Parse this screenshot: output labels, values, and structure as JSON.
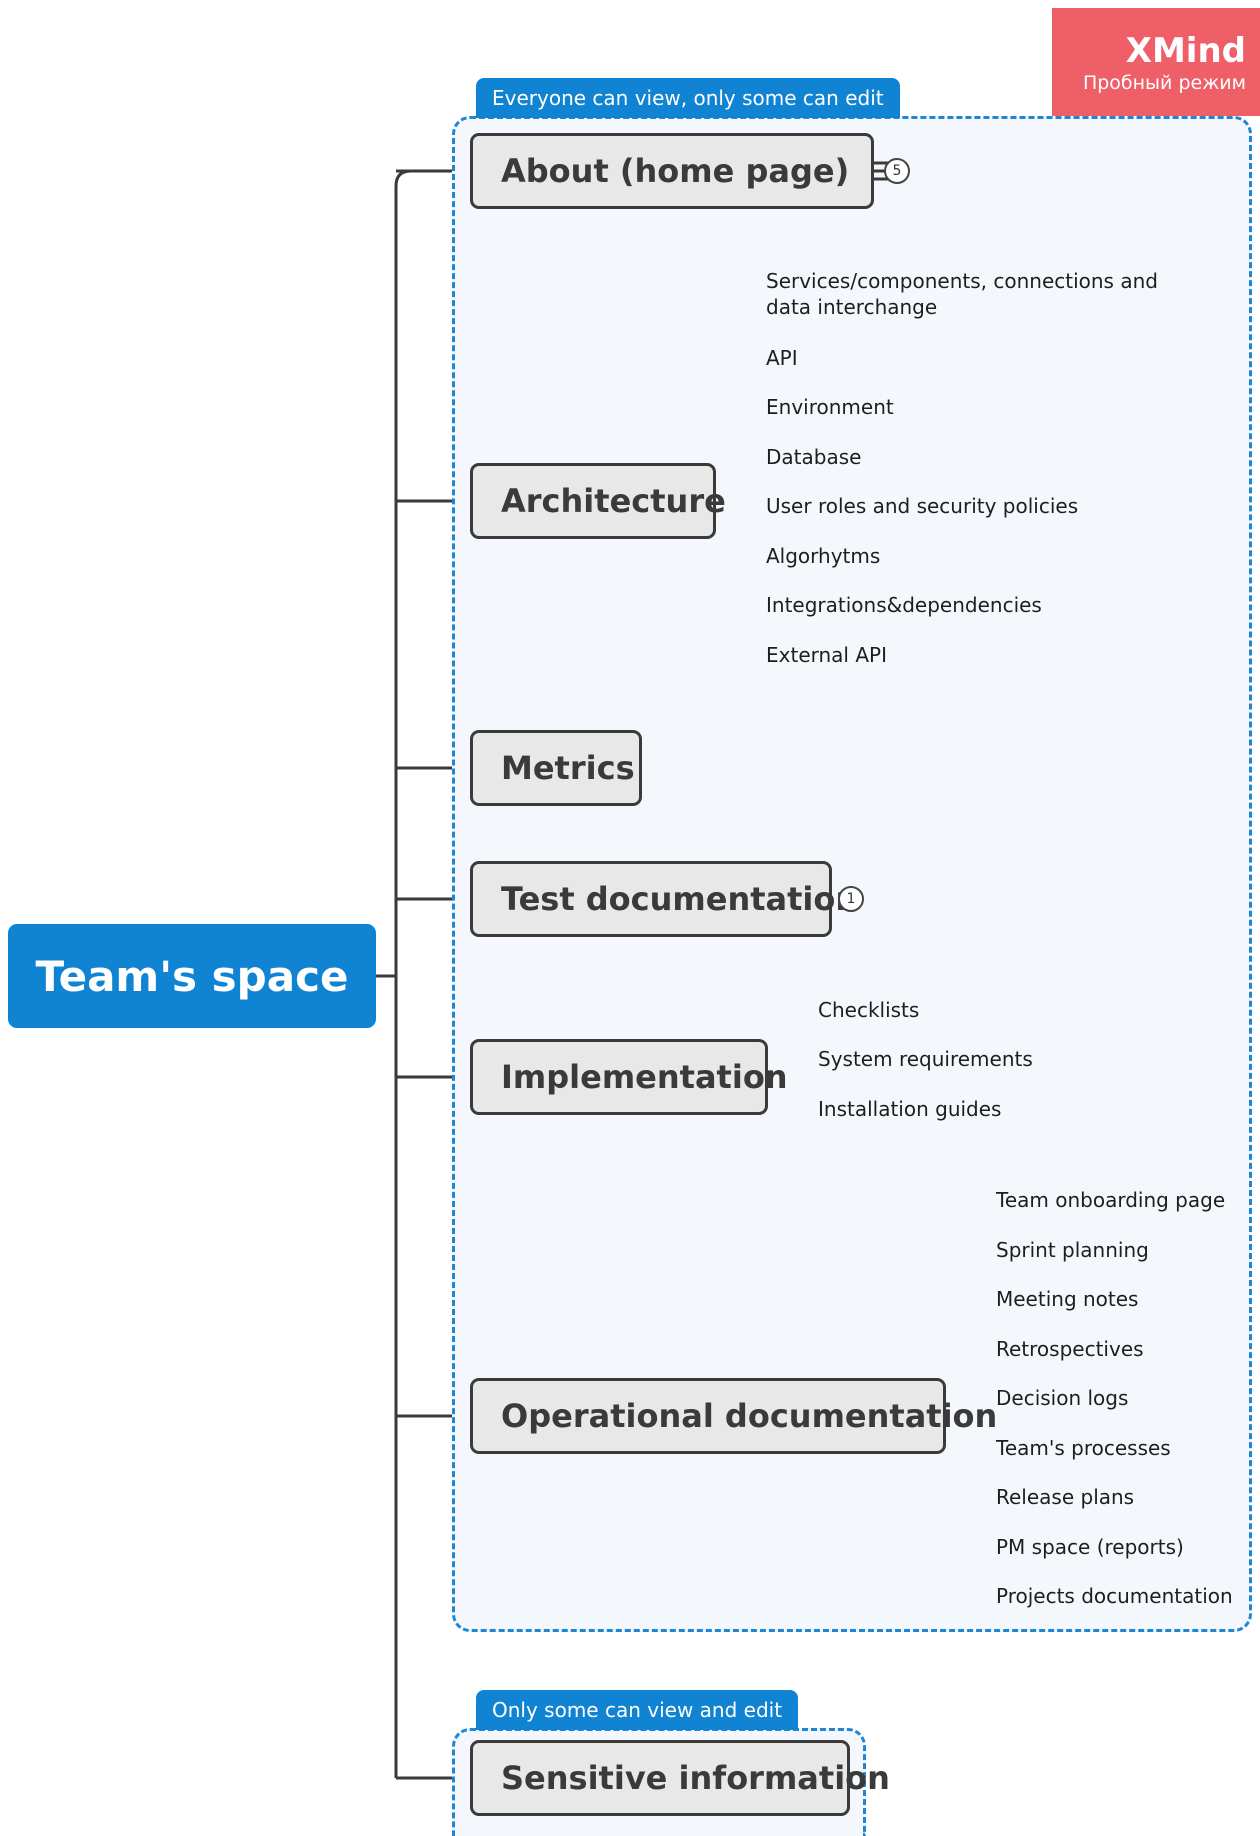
{
  "watermark": {
    "brand": "XMind",
    "subtitle": "Пробный режим"
  },
  "central": "Team's space",
  "boundaries": {
    "public": "Everyone can  view,  only some can edit",
    "private": "Only some can view and edit"
  },
  "topics": {
    "about": {
      "label": "About (home page)",
      "badge": "5"
    },
    "architecture": {
      "label": "Architecture",
      "children": [
        "Services/components, connections and data interchange",
        "API",
        "Environment",
        "Database",
        "User roles and security policies",
        "Algorhytms",
        "Integrations&dependencies",
        "External API"
      ]
    },
    "metrics": {
      "label": "Metrics"
    },
    "test_documentation": {
      "label": "Test documentation",
      "badge": "1"
    },
    "implementation": {
      "label": "Implementation",
      "children": [
        "Checklists",
        "System requirements",
        "Installation guides"
      ]
    },
    "operational": {
      "label": "Operational documentation",
      "children": [
        "Team onboarding page",
        "Sprint planning",
        "Meeting notes",
        "Retrospectives",
        "Decision logs",
        "Team's processes",
        "Release plans",
        "PM space (reports)",
        "Projects documentation"
      ]
    },
    "sensitive": {
      "label": "Sensitive information"
    }
  },
  "colors": {
    "accent": "#1083d2",
    "boundary": "#1f86d4",
    "node_fill": "#e8e8e8",
    "line": "#3a3a3a",
    "watermark": "#ef5f67"
  }
}
